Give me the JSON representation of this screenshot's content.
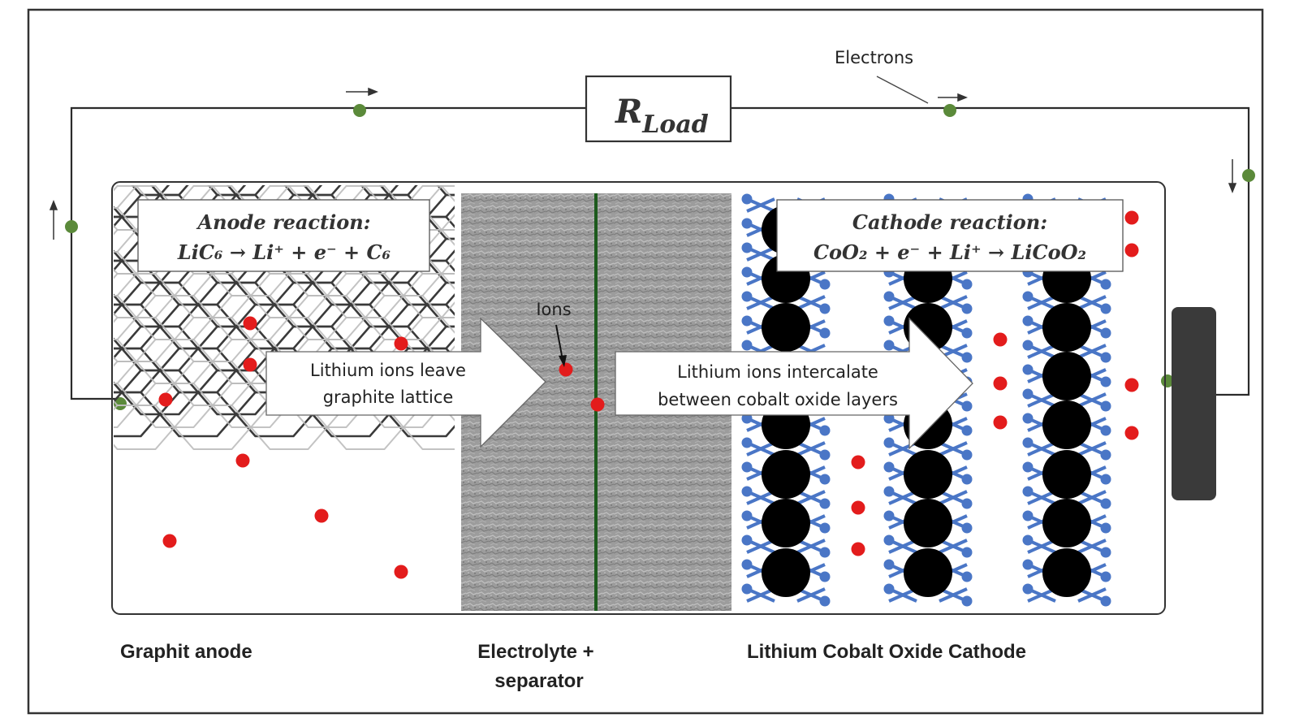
{
  "load": {
    "symbol": "R",
    "subscript": "Load"
  },
  "labels": {
    "electrons": "Electrons",
    "ions": "Ions",
    "anode_arrow_line1": "Lithium ions leave",
    "anode_arrow_line2": "graphite lattice",
    "cathode_arrow_line1": "Lithium ions intercalate",
    "cathode_arrow_line2": "between cobalt oxide layers",
    "graphite_anode": "Graphit anode",
    "electrolyte_line1": "Electrolyte +",
    "electrolyte_line2": "separator",
    "cathode": "Lithium Cobalt Oxide Cathode"
  },
  "anode_reaction": {
    "title": "Anode reaction:",
    "equation": "LiC₆ → Li⁺ + e⁻ + C₆"
  },
  "cathode_reaction": {
    "title": "Cathode reaction:",
    "equation": "CoO₂ + e⁻ + Li⁺ → LiCoO₂"
  },
  "colors": {
    "wire": "#2b2b2b",
    "node": "#5b8a3a",
    "lithium_ion": "#e31c1c",
    "cobalt_atom": "#000000",
    "oxygen_bond": "#4a76c6",
    "separator": "#1d5a1d",
    "lattice": "#3a3a3a"
  }
}
